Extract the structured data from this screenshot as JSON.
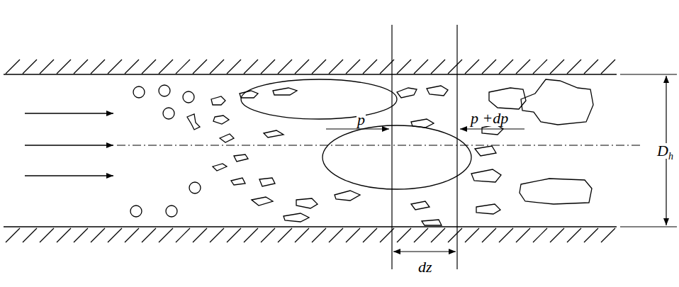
{
  "diagram": {
    "labels": [
      "p",
      "p +dp",
      "D",
      "h",
      "dz"
    ]
  }
}
